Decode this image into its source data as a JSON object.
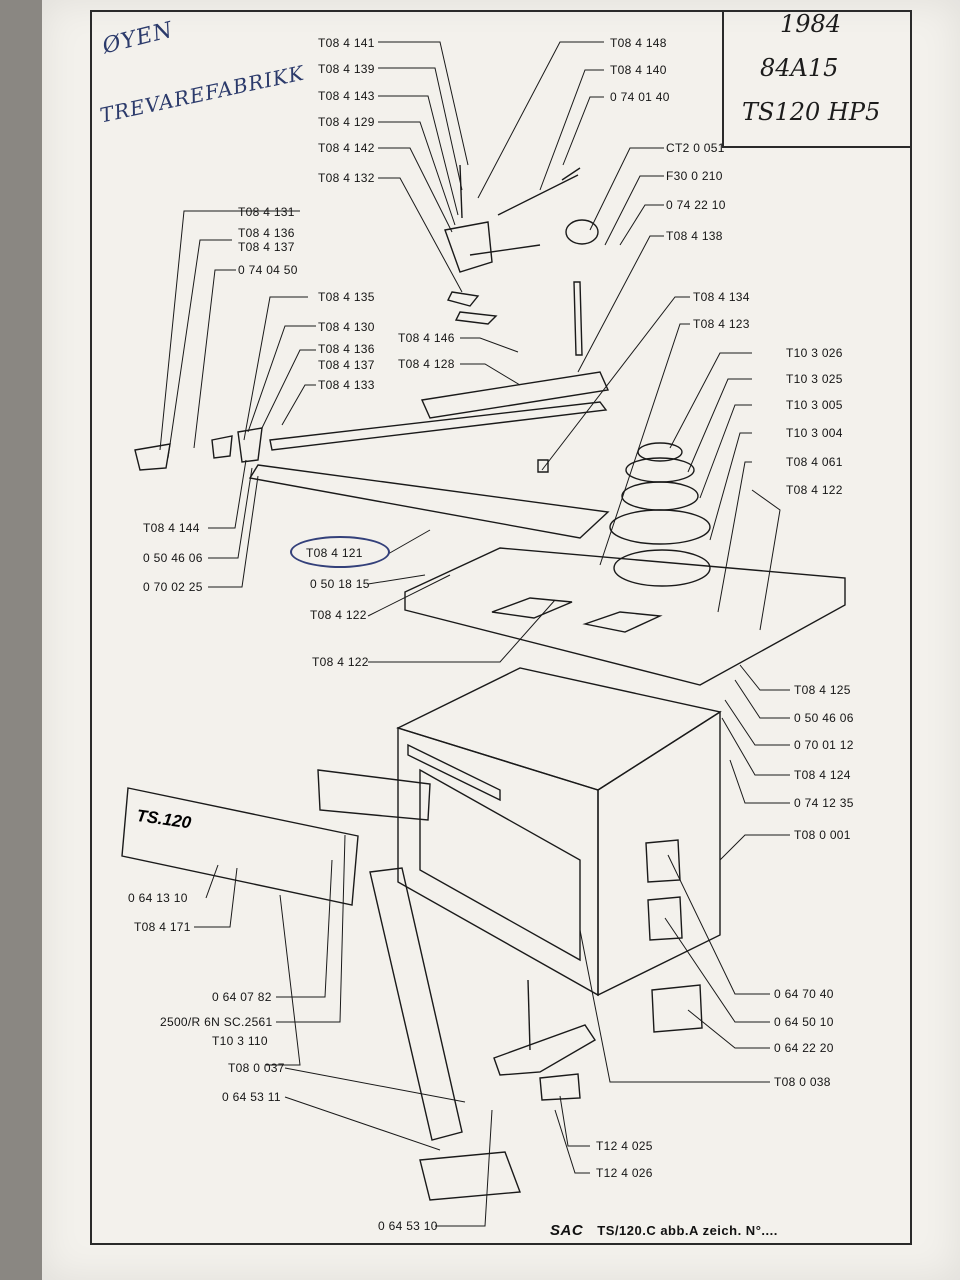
{
  "handwriting": {
    "company_line1": "ØYEN",
    "company_line2": "TREVAREFABRIKK",
    "meta": [
      "1984",
      "84A15",
      "TS120 HP5"
    ]
  },
  "panel_text": "TS.120",
  "footer": {
    "brand": "SAC",
    "text": "TS/120.C abb.A zeich. N°...."
  },
  "labels": {
    "l01": "T08 4 141",
    "l02": "T08 4 139",
    "l03": "T08 4 143",
    "l04": "T08 4 129",
    "l05": "T08 4 142",
    "l06": "T08 4 132",
    "l07": "T08 4 131",
    "l08": "T08 4 136",
    "l09": "T08 4 137",
    "l10": "0 74 04 50",
    "l11": "T08 4 135",
    "l12": "T08 4 130",
    "l13": "T08 4 136",
    "l14": "T08 4 137",
    "l15": "T08 4 133",
    "l16": "T08 4 146",
    "l17": "T08 4 128",
    "l18": "T08 4 144",
    "l19": "0 50 46 06",
    "l20": "0 70 02 25",
    "l21": "T08 4 121",
    "l22": "0 50 18 15",
    "l23": "T08 4 122",
    "l24": "T08 4 122",
    "l25": "T08 4 148",
    "l26": "T08 4 140",
    "l27": "0 74 01 40",
    "l28": "CT2 0 051",
    "l29": "F30 0 210",
    "l30": "0 74 22 10",
    "l31": "T08 4 138",
    "l32": "T08 4 134",
    "l33": "T08 4 123",
    "l34": "T10 3 026",
    "l35": "T10 3 025",
    "l36": "T10 3 005",
    "l37": "T10 3 004",
    "l38": "T08 4 061",
    "l39": "T08 4 122",
    "l40": "T08 4 125",
    "l41": "0 50 46 06",
    "l42": "0 70 01 12",
    "l43": "T08 4 124",
    "l44": "0 74 12 35",
    "l45": "T08 0 001",
    "l46": "0 64 13 10",
    "l47": "T08 4 171",
    "l48": "0 64 07 82",
    "l49": "2500/R 6N SC.2561",
    "l50": "T10 3 110",
    "l51": "T08 0 037",
    "l52": "0 64 53 11",
    "l53": "0 64 70 40",
    "l54": "0 64 50 10",
    "l55": "0 64 22 20",
    "l56": "T08 0 038",
    "l57": "T12 4 025",
    "l58": "T12 4 026",
    "l59": "0 64 53 10"
  },
  "colors": {
    "paper": "#f3f1ec",
    "ink": "#151515",
    "pen_blue": "#2b3a6b"
  }
}
